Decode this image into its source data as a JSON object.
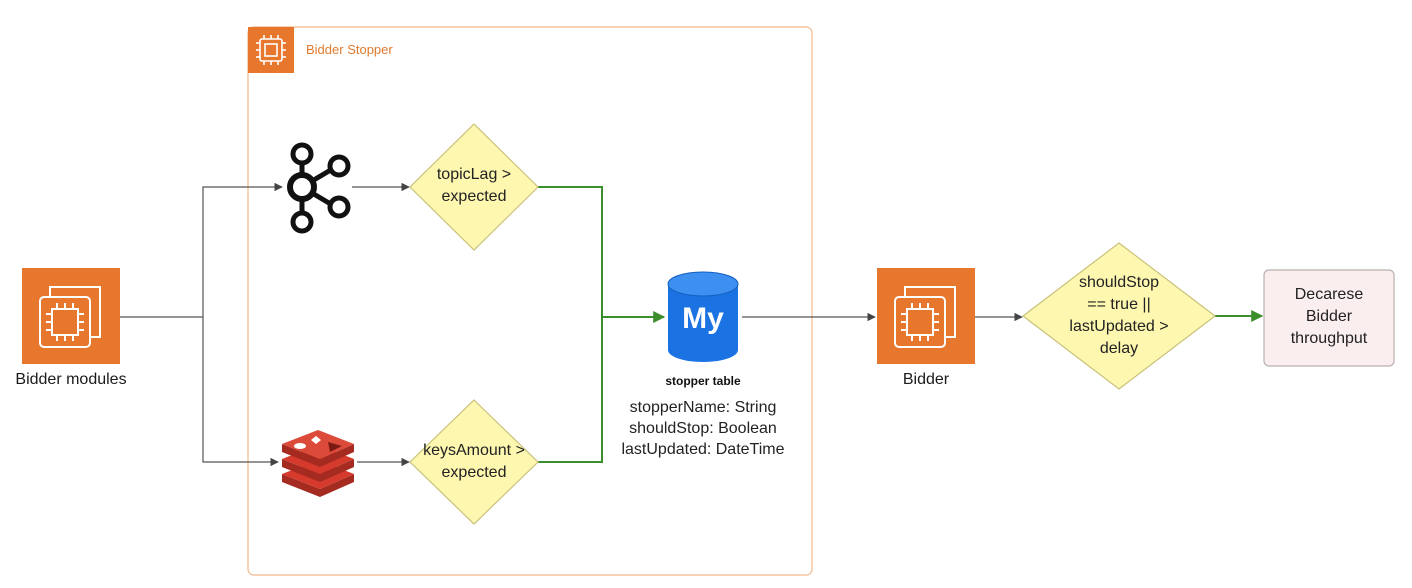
{
  "frame": {
    "title": "Bidder Stopper"
  },
  "nodes": {
    "bidder_modules": {
      "label": "Bidder modules"
    },
    "topic_lag": {
      "line1": "topicLag >",
      "line2": "expected"
    },
    "keys_amount": {
      "line1": "keysAmount >",
      "line2": "expected"
    },
    "stopper_table": {
      "icon_text": "My",
      "title": "stopper table",
      "fields": [
        "stopperName: String",
        "shouldStop: Boolean",
        "lastUpdated: DateTime"
      ]
    },
    "bidder": {
      "label": "Bidder"
    },
    "should_stop": {
      "lines": [
        "shouldStop",
        "== true ||",
        "lastUpdated >",
        "delay"
      ]
    },
    "decrease": {
      "lines": [
        "Decarese",
        "Bidder",
        "throughput"
      ]
    }
  },
  "icons": {
    "compute": "aws-ec2-chip-icon",
    "kafka": "kafka-icon",
    "redis": "redis-icon",
    "mysql": "mysql-database-icon"
  },
  "colors": {
    "aws_orange": "#e8772e",
    "diamond_fill": "#fdf7b0",
    "green_edge": "#3c8d2c",
    "gray_edge": "#555555",
    "result_fill": "#fbeeee",
    "mysql_blue": "#1b73e3",
    "redis_red": "#d63a2d"
  }
}
